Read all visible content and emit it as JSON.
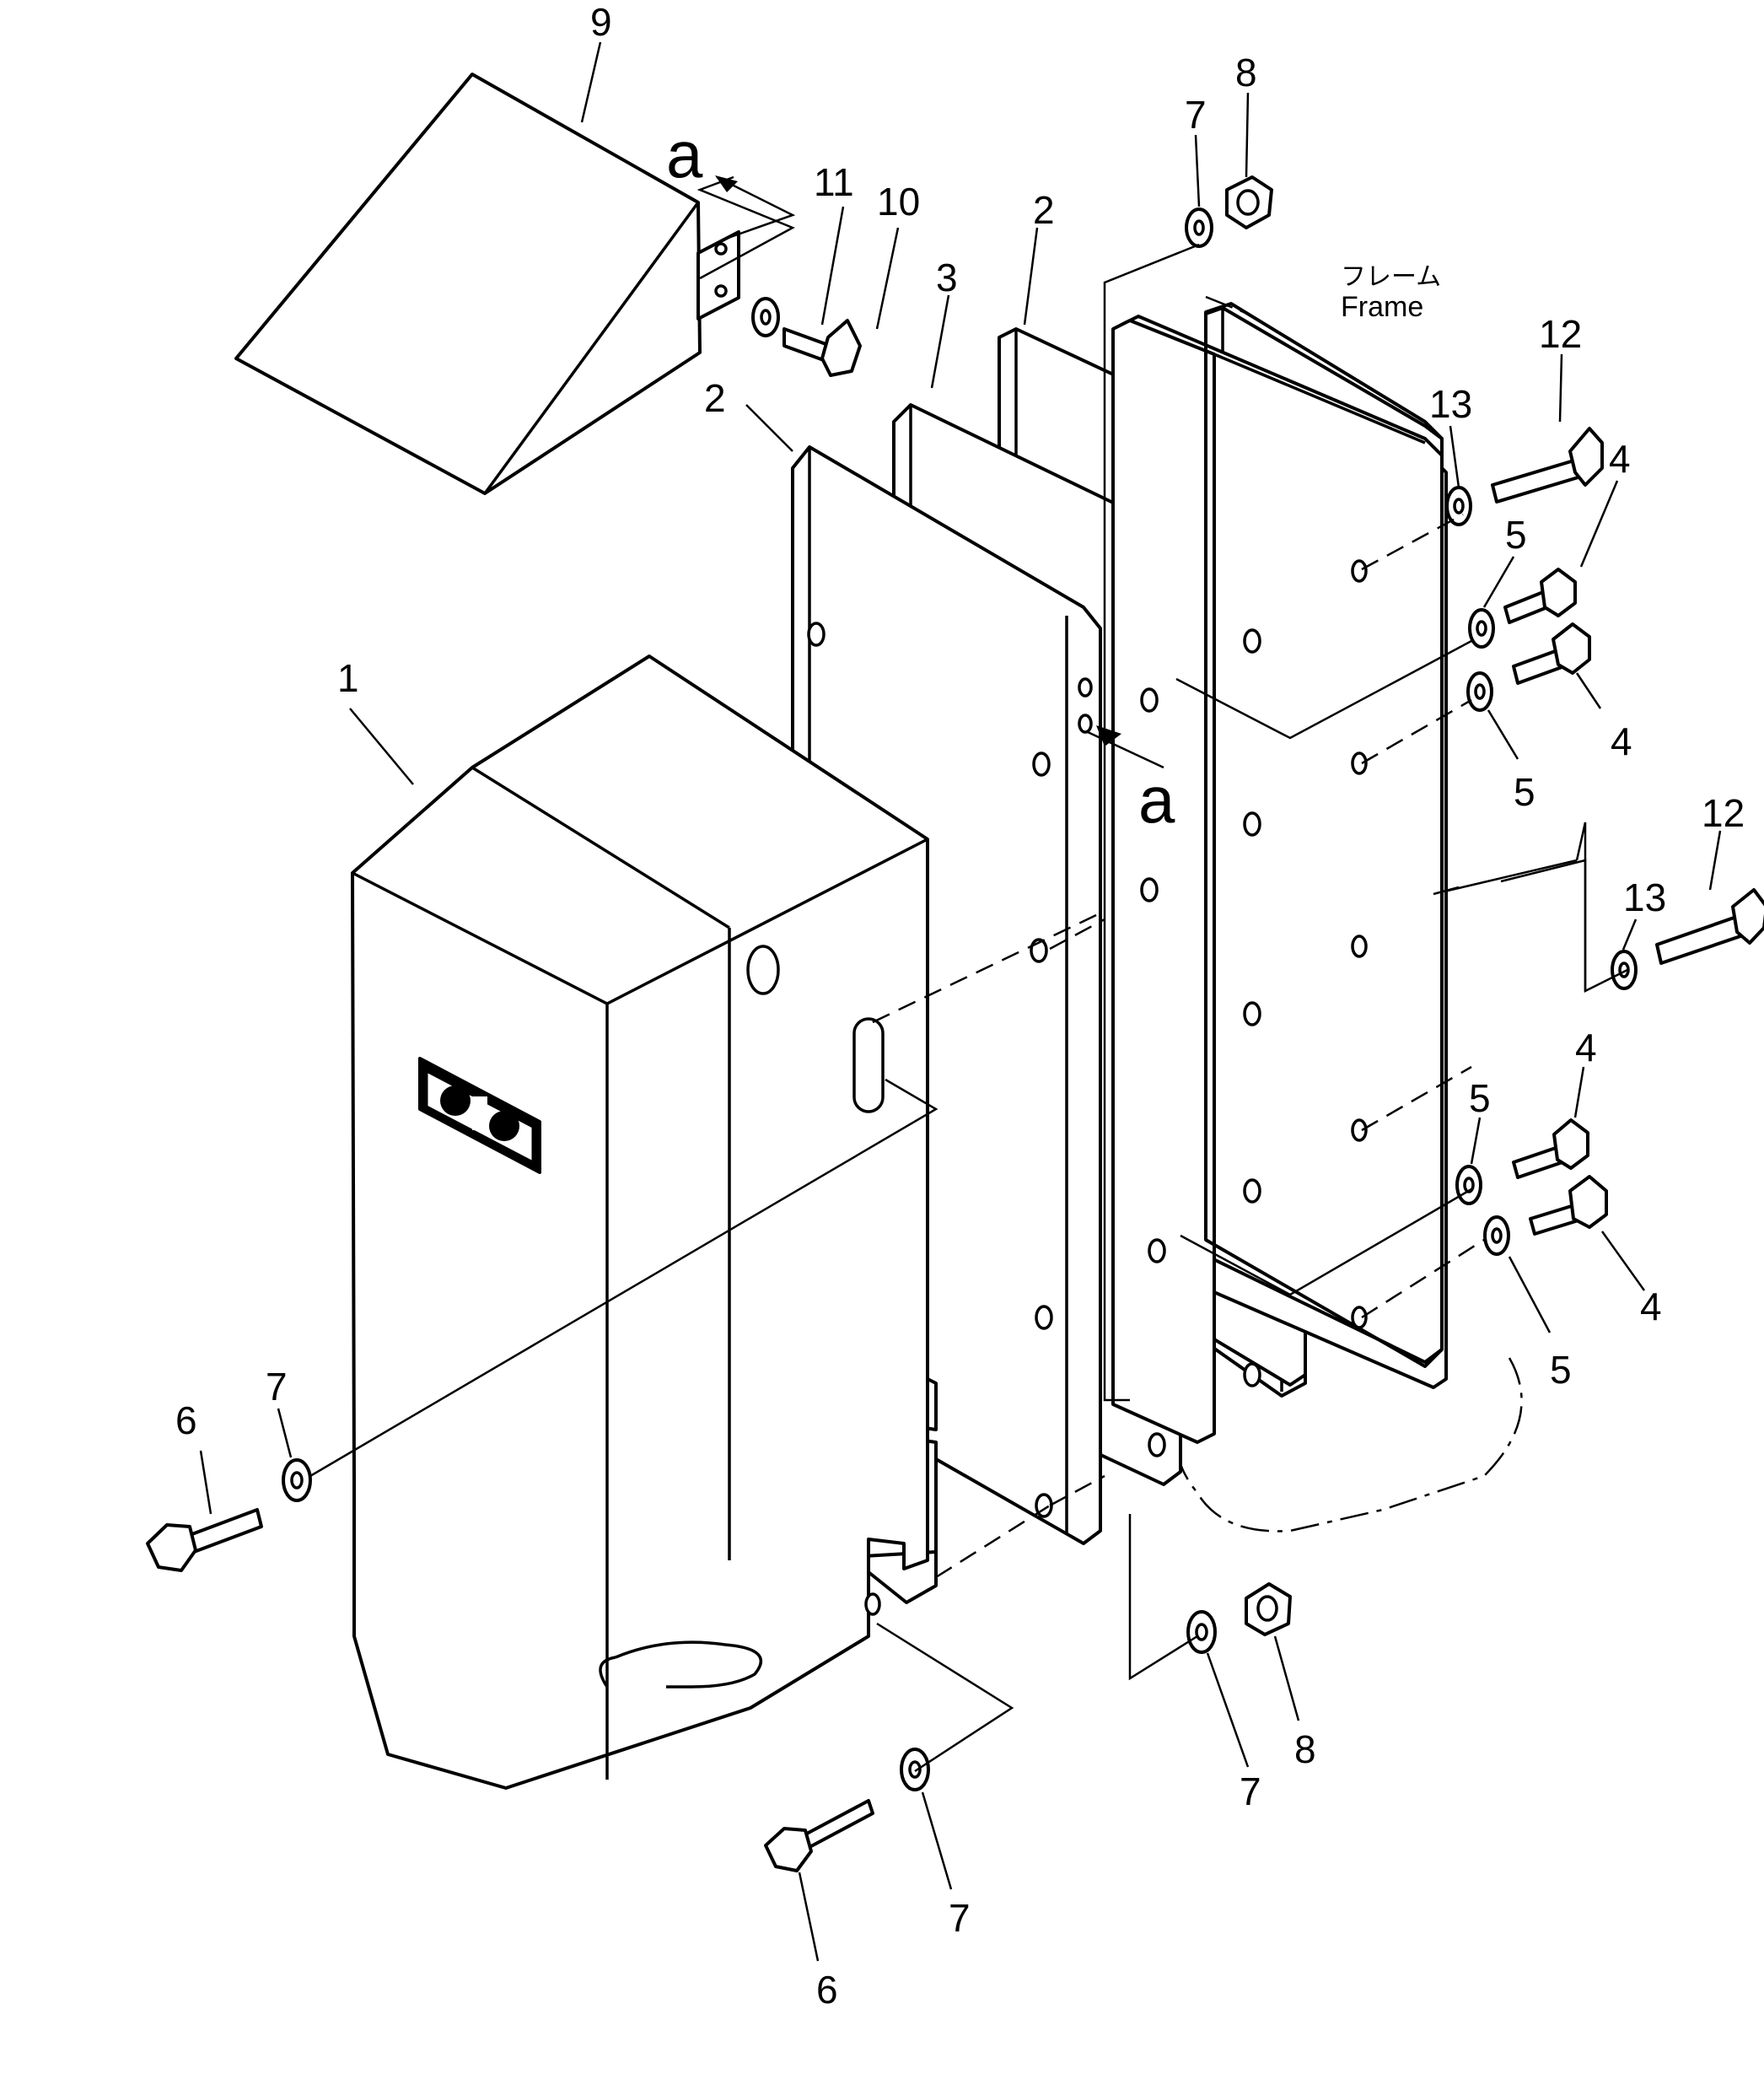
{
  "diagram": {
    "callouts": {
      "part_1": "1",
      "part_2_front": "2",
      "part_2_rear": "2",
      "part_3": "3",
      "part_4_a": "4",
      "part_4_b": "4",
      "part_4_c": "4",
      "part_4_d": "4",
      "part_5_a": "5",
      "part_5_b": "5",
      "part_5_c": "5",
      "part_5_d": "5",
      "part_6_left": "6",
      "part_6_bottom": "6",
      "part_7_left": "7",
      "part_7_bottom": "7",
      "part_7_top": "7",
      "part_7_lower_right": "7",
      "part_8_top": "8",
      "part_8_lower": "8",
      "part_9": "9",
      "part_10": "10",
      "part_11": "11",
      "part_12_upper": "12",
      "part_12_lower": "12",
      "part_13_upper": "13",
      "part_13_lower": "13"
    },
    "view_marker": {
      "top": "a",
      "middle": "a"
    },
    "frame_label": {
      "japanese": "フレーム",
      "english": "Frame"
    }
  }
}
